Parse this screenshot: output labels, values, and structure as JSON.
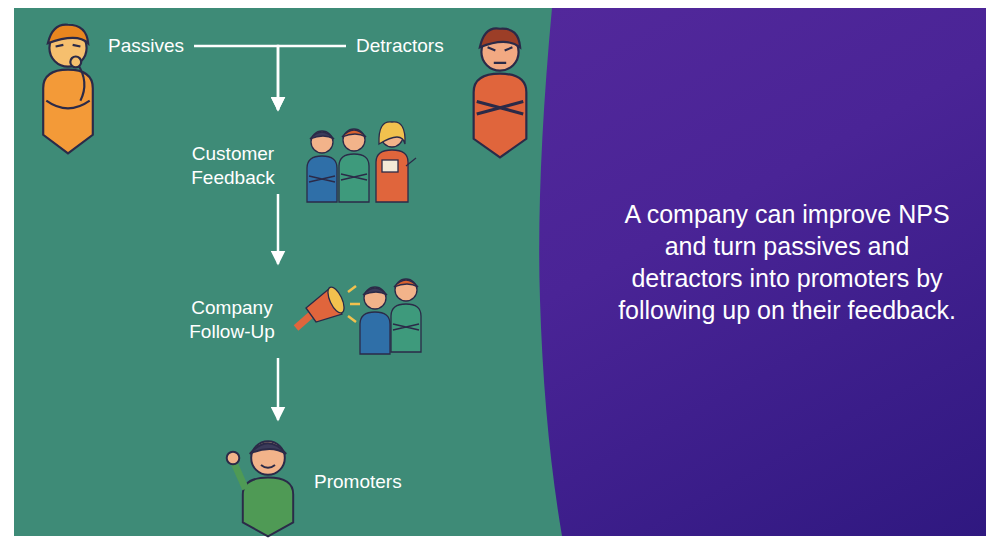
{
  "diagram": {
    "nodes": [
      {
        "text": [
          "Passives"
        ]
      },
      {
        "text": [
          "Detractors"
        ]
      },
      {
        "text": [
          "Customer Feedback"
        ]
      },
      {
        "text": [
          "Company Follow-Up"
        ]
      },
      {
        "text": [
          "Promoters"
        ]
      }
    ],
    "edges": [
      {
        "from": 0,
        "to": 2,
        "arrow": "to"
      },
      {
        "from": 1,
        "to": 2,
        "arrow": "to"
      },
      {
        "from": 2,
        "to": 3,
        "arrow": "to"
      },
      {
        "from": 3,
        "to": 4,
        "arrow": "to"
      }
    ],
    "labels": [
      "A company can improve NPS and turn passives and detractors into promoters by following up on their feedback."
    ]
  }
}
